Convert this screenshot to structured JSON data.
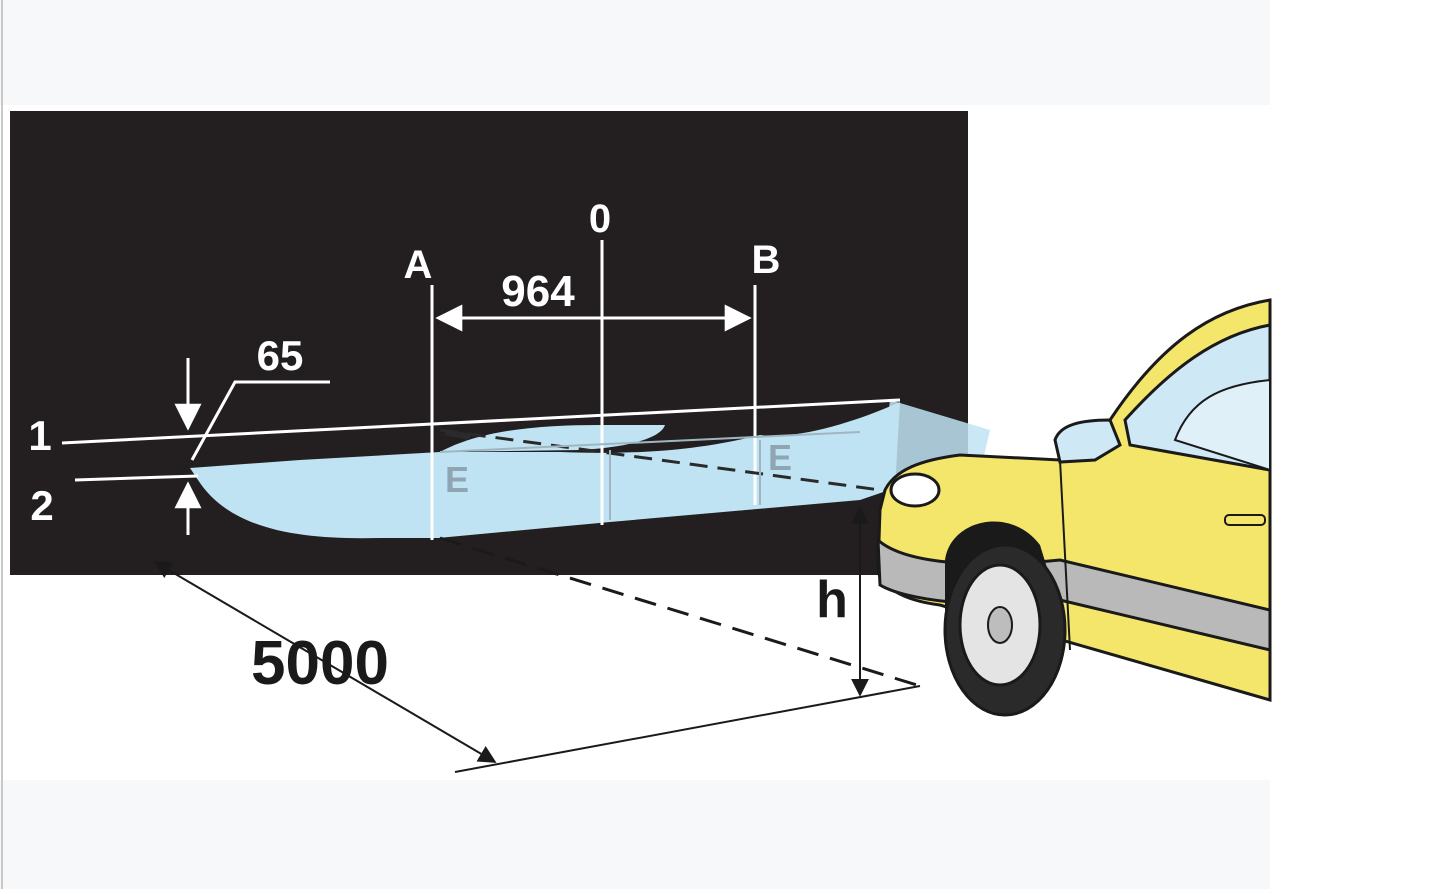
{
  "labels": {
    "point_a": "A",
    "point_zero": "0",
    "point_b": "B",
    "center_distance": "964",
    "offset": "65",
    "line_one": "1",
    "line_two": "2",
    "spot_left": "E",
    "spot_right": "E",
    "height": "h",
    "screen_distance": "5000"
  },
  "colors": {
    "screen": "#231f20",
    "beam": "#bfe3f3",
    "car_body": "#f4e66a",
    "car_outline": "#1a1a1a",
    "glass": "#cfe8f5",
    "trim": "#b9b9b9"
  }
}
